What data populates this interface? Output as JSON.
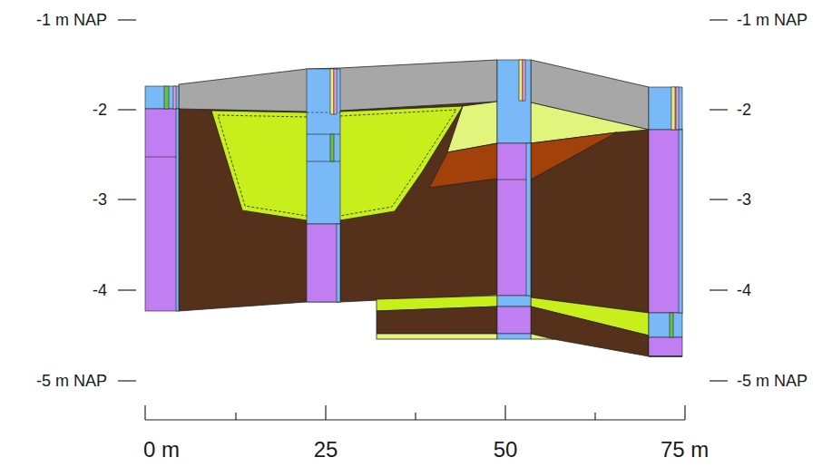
{
  "diagram": {
    "labels": [
      "-1 m NAP",
      "-2",
      "-3",
      "-4",
      "-5 m NAP",
      "-1 m NAP",
      "-2",
      "-3",
      "-4",
      "-5 m NAP",
      "0 m",
      "25",
      "50",
      "75 m"
    ]
  }
}
